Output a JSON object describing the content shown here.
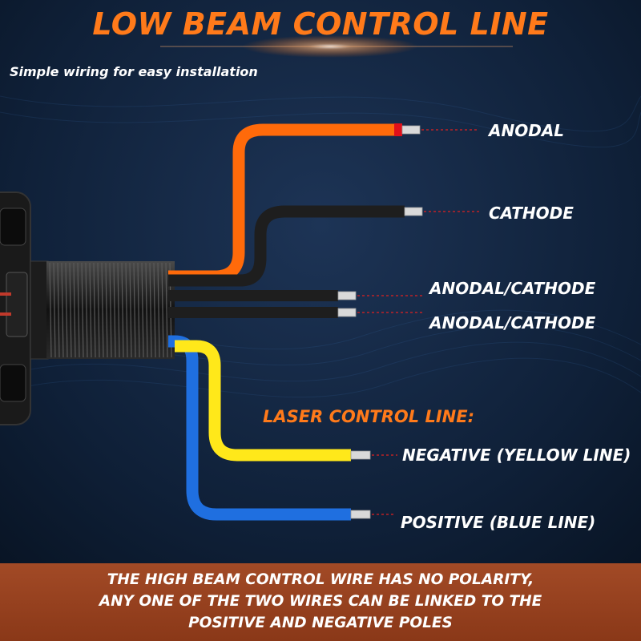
{
  "title": "LOW BEAM CONTROL LINE",
  "subtitle": "Simple wiring for easy installation",
  "wires": [
    {
      "label": "ANODAL",
      "color": "#ff6a0a"
    },
    {
      "label": "CATHODE",
      "color": "#1e1e1e"
    },
    {
      "label": "ANODAL/CATHODE",
      "color": "#1e1e1e"
    },
    {
      "label": "ANODAL/CATHODE",
      "color": "#1e1e1e"
    }
  ],
  "laser": {
    "heading": "LASER CONTROL LINE:",
    "wires": [
      {
        "label": "NEGATIVE (YELLOW LINE)",
        "color": "#ffe81a"
      },
      {
        "label": "POSITIVE (BLUE LINE)",
        "color": "#1f6fe0"
      }
    ]
  },
  "banner": {
    "lines": [
      "THE HIGH BEAM CONTROL WIRE HAS NO POLARITY,",
      "ANY ONE OF THE TWO WIRES CAN BE LINKED TO THE",
      "POSITIVE AND NEGATIVE POLES"
    ]
  },
  "colors": {
    "background": "#0e1d33",
    "accent": "#ff7a1a",
    "banner": "#9a4220",
    "leader_line": "#e02020"
  }
}
